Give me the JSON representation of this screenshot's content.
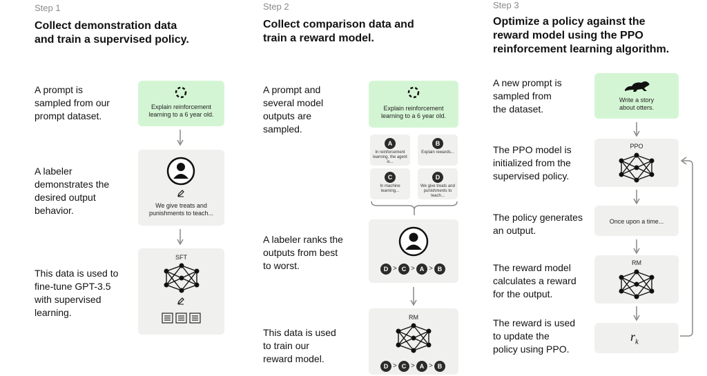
{
  "steps": [
    {
      "label": "Step 1",
      "title_line1": "Collect demonstration data",
      "title_line2": "and train a supervised policy.",
      "rows": [
        [
          "A prompt is",
          "sampled from our",
          "prompt dataset."
        ],
        [
          "A labeler",
          "demonstrates the",
          "desired output",
          "behavior."
        ],
        [
          "This data is used to",
          "fine-tune GPT-3.5",
          "with supervised",
          "learning."
        ]
      ],
      "prompt_line1": "Explain reinforcement",
      "prompt_line2": "learning to a 6 year old.",
      "demo_line1": "We give treats and",
      "demo_line2": "punishments to teach...",
      "model_label": "SFT"
    },
    {
      "label": "Step 2",
      "title_line1": "Collect comparison data and",
      "title_line2": "train a reward model.",
      "rows": [
        [
          "A prompt and",
          "several model",
          "outputs are",
          "sampled."
        ],
        [
          "A labeler ranks the",
          "outputs from best",
          "to worst."
        ],
        [
          "This data is used",
          "to train our",
          "reward model."
        ]
      ],
      "prompt_line1": "Explain reinforcement",
      "prompt_line2": "learning to a 6 year old.",
      "outputs": [
        {
          "letter": "A",
          "text": "In reinforcement learning, the agent is..."
        },
        {
          "letter": "B",
          "text": "Explain rewards..."
        },
        {
          "letter": "C",
          "text": "In machine learning..."
        },
        {
          "letter": "D",
          "text": "We give treats and punishments to teach..."
        }
      ],
      "ranking": [
        "D",
        "C",
        "A",
        "B"
      ],
      "rank_sep": ">",
      "model_label": "RM"
    },
    {
      "label": "Step 3",
      "title_line1": "Optimize a policy against the",
      "title_line2": "reward model using the PPO",
      "title_line3": "reinforcement learning algorithm.",
      "rows": [
        [
          "A new prompt is",
          "sampled from",
          "the dataset."
        ],
        [
          "The PPO model is",
          "initialized from the",
          "supervised policy."
        ],
        [
          "The policy generates",
          "an output."
        ],
        [
          "The reward model",
          "calculates a reward",
          "for the output."
        ],
        [
          "The reward is used",
          "to update the",
          "policy using PPO."
        ]
      ],
      "prompt_line1": "Write a story",
      "prompt_line2": "about otters.",
      "ppo_label": "PPO",
      "output_text": "Once upon a time...",
      "rm_label": "RM",
      "reward_symbol": "r",
      "reward_subscript": "k"
    }
  ]
}
